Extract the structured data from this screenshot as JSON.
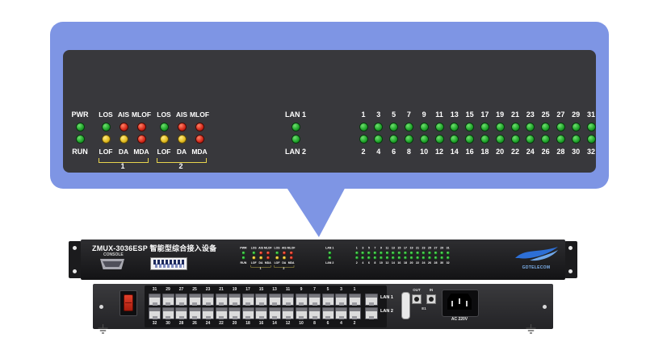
{
  "device": {
    "title": "ZMUX-3036ESP 智能型综合接入设备"
  },
  "colors": {
    "bubble": "#7e95e4",
    "panel": "#38383c",
    "led_green": "#1fa32a",
    "led_red": "#d2281a",
    "led_yellow": "#e0b91e",
    "bracket": "#e8d44d"
  },
  "callout": {
    "pwr": "PWR",
    "run": "RUN",
    "pwr_colors": [
      "green",
      "green"
    ],
    "groups": [
      {
        "number": "1",
        "top_labels": [
          "LOS",
          "AIS",
          "MLOF"
        ],
        "bottom_labels": [
          "LOF",
          "DA",
          "MDA"
        ],
        "top_colors": [
          "green",
          "red",
          "red"
        ],
        "bottom_colors": [
          "yellow",
          "yellow",
          "red"
        ]
      },
      {
        "number": "2",
        "top_labels": [
          "LOS",
          "AIS",
          "MLOF"
        ],
        "bottom_labels": [
          "LOF",
          "DA",
          "MDA"
        ],
        "top_colors": [
          "green",
          "red",
          "red"
        ],
        "bottom_colors": [
          "yellow",
          "yellow",
          "red"
        ]
      }
    ],
    "lan1": "LAN 1",
    "lan2": "LAN 2",
    "lan_colors": [
      "green",
      "green"
    ],
    "channels": {
      "top_numbers": [
        "1",
        "3",
        "5",
        "7",
        "9",
        "11",
        "13",
        "15",
        "17",
        "19",
        "21",
        "23",
        "25",
        "27",
        "29",
        "31"
      ],
      "bottom_numbers": [
        "2",
        "4",
        "6",
        "8",
        "10",
        "12",
        "14",
        "16",
        "18",
        "20",
        "22",
        "24",
        "26",
        "28",
        "30",
        "32"
      ],
      "top_colors": [
        "green",
        "green",
        "green",
        "green",
        "green",
        "green",
        "green",
        "green",
        "green",
        "green",
        "green",
        "green",
        "green",
        "green",
        "green",
        "green"
      ],
      "bottom_colors": [
        "green",
        "green",
        "green",
        "green",
        "green",
        "green",
        "green",
        "green",
        "green",
        "green",
        "green",
        "green",
        "green",
        "green",
        "green",
        "green"
      ]
    }
  },
  "front": {
    "console": "CONSOLE",
    "logo_text": "GDTELECOM"
  },
  "rear": {
    "top_numbers": [
      "31",
      "29",
      "27",
      "25",
      "23",
      "21",
      "19",
      "17",
      "15",
      "13",
      "11",
      "9",
      "7",
      "5",
      "3",
      "1"
    ],
    "bottom_numbers": [
      "32",
      "30",
      "28",
      "26",
      "24",
      "22",
      "20",
      "18",
      "16",
      "14",
      "12",
      "10",
      "8",
      "6",
      "4",
      "2"
    ],
    "lan1": "LAN 1",
    "lan2": "LAN 2",
    "out_label": "OUT",
    "in_label": "IN",
    "e1_label": "E1",
    "power_label": "AC 220V"
  }
}
